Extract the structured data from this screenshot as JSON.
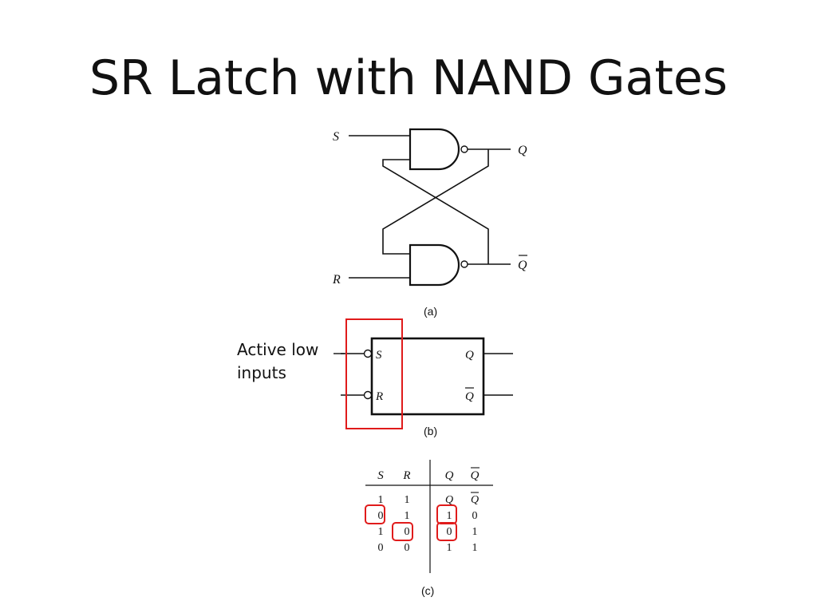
{
  "slide": {
    "title": "SR Latch with NAND Gates"
  },
  "annotation": {
    "line1": "Active low",
    "line2": "inputs"
  },
  "diagram_a": {
    "caption": "(a)",
    "input_top": "S",
    "input_bottom": "R",
    "output_top": "Q",
    "output_bottom": "Q"
  },
  "diagram_b": {
    "caption": "(b)",
    "pin_s": "S",
    "pin_r": "R",
    "pin_q": "Q",
    "pin_qbar": "Q"
  },
  "truth_table": {
    "caption": "(c)",
    "headers": [
      "S",
      "R",
      "Q",
      "Q"
    ],
    "rows": [
      [
        "1",
        "1",
        "Q",
        "Q"
      ],
      [
        "0",
        "1",
        "1",
        "0"
      ],
      [
        "1",
        "0",
        "0",
        "1"
      ],
      [
        "0",
        "0",
        "1",
        "1"
      ]
    ]
  },
  "colors": {
    "highlight": "#e01b1b",
    "ink": "#111111"
  }
}
